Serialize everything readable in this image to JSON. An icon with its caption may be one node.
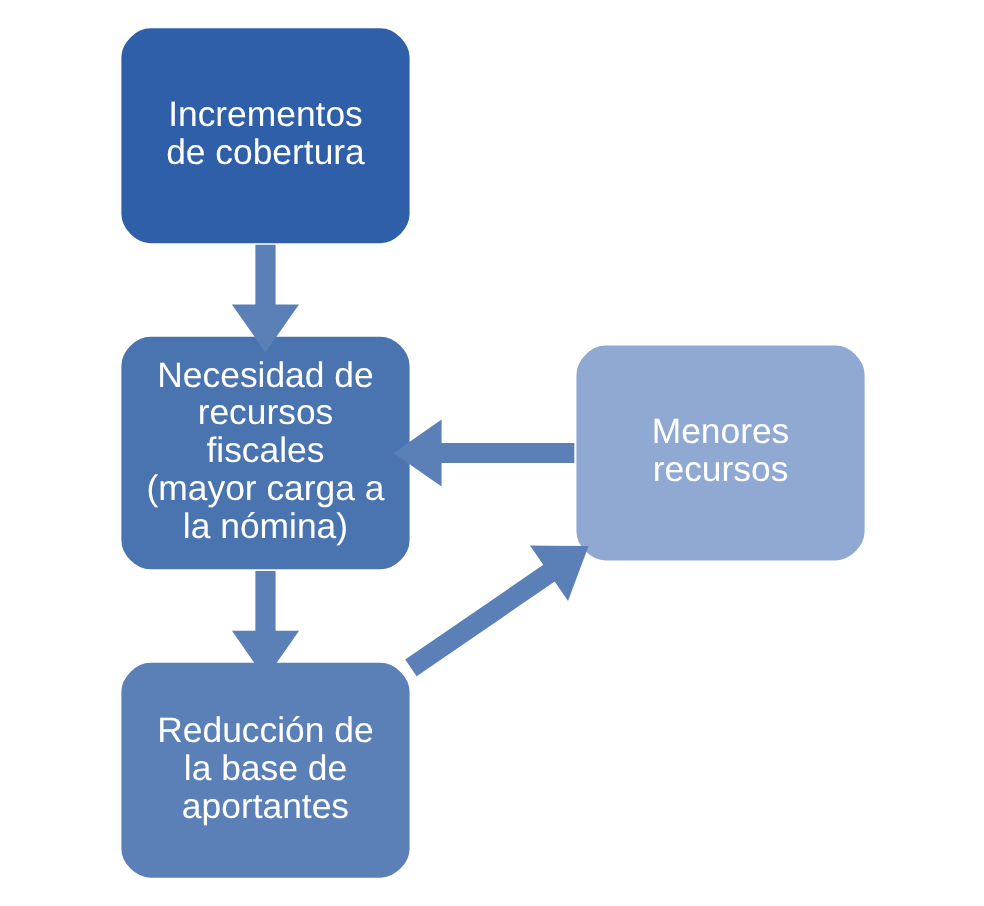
{
  "diagram": {
    "nodes": [
      {
        "text": [
          "Incrementos de cobertura"
        ]
      },
      {
        "text": [
          "Necesidad de recursos fiscales (mayor carga a la nómina)"
        ]
      },
      {
        "text": [
          "Reducción de la base de aportantes"
        ]
      },
      {
        "text": [
          "Menores recursos"
        ]
      }
    ],
    "edges": [
      {
        "from": 0,
        "to": 1,
        "arrow": "to"
      },
      {
        "from": 1,
        "to": 2,
        "arrow": "to"
      },
      {
        "from": 2,
        "to": 3,
        "arrow": "to"
      },
      {
        "from": 3,
        "to": 1,
        "arrow": "to"
      }
    ]
  }
}
